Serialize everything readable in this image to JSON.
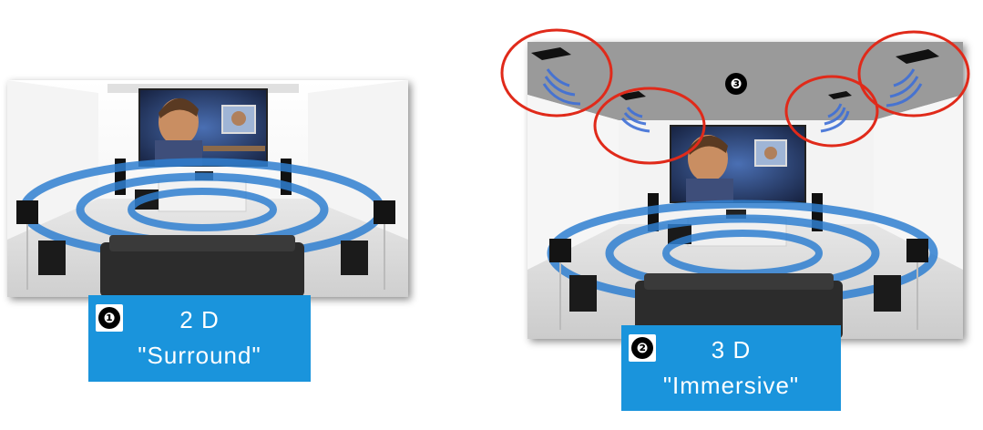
{
  "left_panel": {
    "number": "❶",
    "title": "2 D",
    "subtitle": "\"Surround\""
  },
  "right_panel": {
    "number": "❷",
    "title": "3 D",
    "subtitle": "\"Immersive\""
  },
  "ceiling_callout": {
    "number": "❸"
  },
  "colors": {
    "label_background": "#1a94dc",
    "label_text": "#ffffff",
    "sound_rings": "#2f7fd0",
    "highlight_circles": "#e02a1a"
  }
}
